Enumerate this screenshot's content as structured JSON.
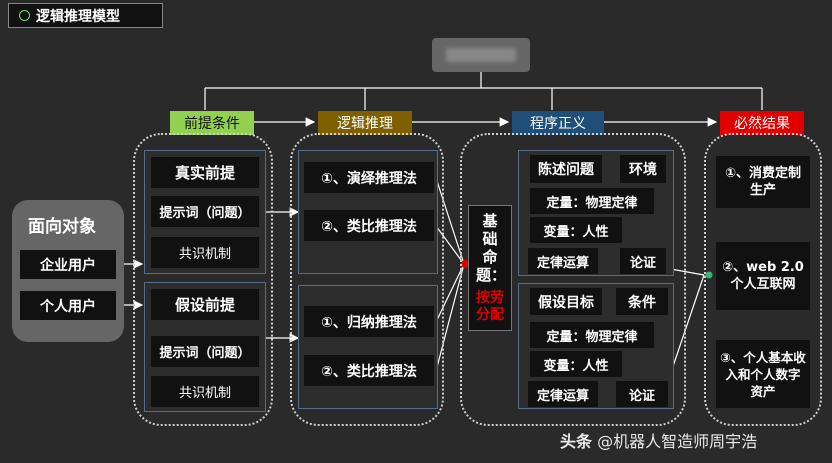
{
  "title_badge": "逻辑推理模型",
  "headers": {
    "premise": "前提条件",
    "reasoning": "逻辑推理",
    "procedure": "程序正义",
    "result": "必然结果"
  },
  "audience": {
    "title": "面向对象",
    "enterprise": "企业用户",
    "individual": "个人用户"
  },
  "premise": {
    "top": [
      "真实前提",
      "提示词（问题）",
      "共识机制"
    ],
    "bottom": [
      "假设前提",
      "提示词（问题）",
      "共识机制"
    ]
  },
  "reasoning": {
    "top": [
      "①、演绎推理法",
      "②、类比推理法"
    ],
    "bottom": [
      "①、归纳推理法",
      "②、类比推理法"
    ]
  },
  "base": {
    "label": "基础命题：",
    "value": "按劳分配"
  },
  "procedure": {
    "top": {
      "state": "陈述问题",
      "env": "环境",
      "quant": "定量：物理定律",
      "var": "变量：人性",
      "op": "定律运算",
      "proof": "论证"
    },
    "bottom": {
      "goal": "假设目标",
      "cond": "条件",
      "quant": "定量：物理定律",
      "var": "变量：人性",
      "op": "定律运算",
      "proof": "论证"
    }
  },
  "results": [
    "①、消费定制生产",
    "②、web 2.0个人互联网",
    "③、个人基本收入和个人数字资产"
  ],
  "watermark": {
    "brand": "头条",
    "author": "@机器人智造师周宇浩"
  },
  "colors": {
    "premise": "#92d050",
    "reasoning": "#7f6000",
    "procedure": "#1f4e79",
    "result": "#e00000",
    "base_value": "#e00000"
  }
}
